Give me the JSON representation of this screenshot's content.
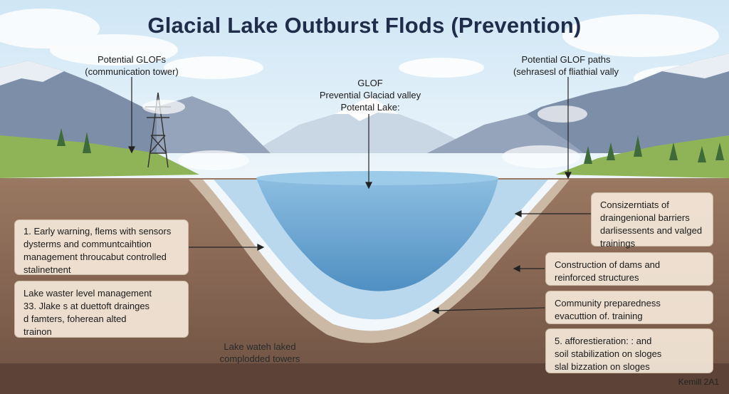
{
  "title": "Glacial Lake Outburst Flods (Prevention)",
  "labels": {
    "tower_line1": "Potential GLOFs",
    "tower_line2": "(communication tower)",
    "center_line1": "GLOF",
    "center_line2": "Prevential Glaciad valley",
    "center_line3": "Potental Lake:",
    "paths_line1": "Potential GLOF paths",
    "paths_line2": "(sehrasesl of fliathial vally",
    "bottom_line1": "Lake wateh laked",
    "bottom_line2": "complodded towers"
  },
  "left_boxes": [
    {
      "lines": [
        "1. Early warning, flems with sensors",
        "dysterms and communtcaihtion",
        "management throucabut controlled",
        "stalinetnent"
      ]
    },
    {
      "lines": [
        "Lake waster level management",
        "33. Jlake s at duettoft drainges",
        "d famters, foherean alted",
        "trainon"
      ]
    }
  ],
  "right_boxes": [
    {
      "lines": [
        "Consizerntiats of",
        "draingenional barriers",
        "darlisessents and valged",
        "trainings"
      ]
    },
    {
      "lines": [
        "Construction of dams and",
        "reinforced structures"
      ]
    },
    {
      "lines": [
        "Community preparedness",
        "evacuttion of. training"
      ]
    },
    {
      "lines": [
        "5. afforestieration: : and",
        "soil stabilization on sloges",
        "slal bizzation on sloges"
      ]
    }
  ],
  "credit": "Kemill 2A1",
  "colors": {
    "sky_top": "#cfe6f5",
    "lake": "#6fa9d3",
    "soil": "#8b6a55",
    "grass": "#8fb457"
  }
}
